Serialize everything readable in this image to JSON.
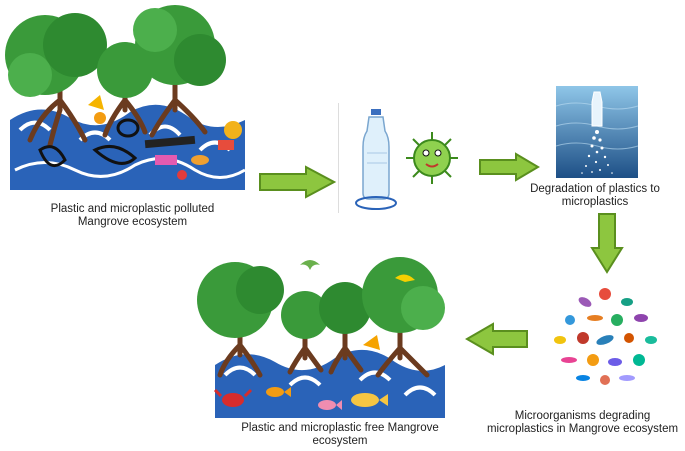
{
  "captions": {
    "polluted": [
      "Plastic and microplastic polluted",
      "Mangrove ecosystem"
    ],
    "degradation": [
      "Degradation of plastics to",
      "microplastics"
    ],
    "microorganisms": [
      "Microorganisms degrading",
      "microplastics in Mangrove ecosystem"
    ],
    "free": [
      "Plastic and microplastic free Mangrove",
      "ecosystem"
    ]
  },
  "icons": [
    "mangrove-tree-icon",
    "plastic-bottle-icon",
    "microbe-icon",
    "green-arrow-icon",
    "bird-icon",
    "fish-icon",
    "crab-icon",
    "bacteria-icon"
  ],
  "colors": {
    "arrow_fill": "#8dc63f",
    "arrow_stroke": "#5a8f1e",
    "canopy": "#3a9a3a",
    "canopy_dark": "#1f6e22",
    "trunk": "#6b3b1f",
    "water": "#2a63b8",
    "water_light": "#ffffff"
  }
}
